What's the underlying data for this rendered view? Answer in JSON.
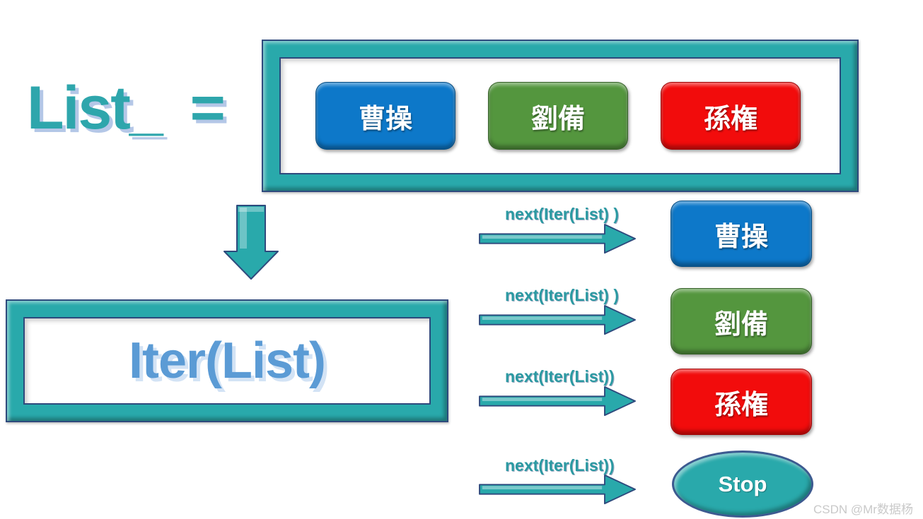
{
  "title": {
    "text": "List_ ="
  },
  "colors": {
    "teal": "#29a9ab",
    "navy_outline": "#2e4a7d",
    "title_teal": "#2ea6ac",
    "title_shadow": "#b4c7e7",
    "iter_blue": "#5b9bd5",
    "iter_shadow": "#d3e3f5",
    "call_label_teal": "#2b9aa2",
    "item_blue": "#0d78c9",
    "item_green": "#54963e",
    "item_red": "#f20c0c",
    "stop_teal": "#29a9ab",
    "watermark_gray": "#c9c9c9"
  },
  "list_box": {
    "items": [
      {
        "label": "曹操",
        "color": "#0d78c9"
      },
      {
        "label": "劉備",
        "color": "#54963e"
      },
      {
        "label": "孫権",
        "color": "#f20c0c"
      }
    ]
  },
  "iter_box": {
    "label": "Iter(List)"
  },
  "calls": [
    {
      "label": "next(Iter(List) )",
      "result": "曹操",
      "result_color": "#0d78c9"
    },
    {
      "label": "next(Iter(List) )",
      "result": "劉備",
      "result_color": "#54963e"
    },
    {
      "label": "next(Iter(List))",
      "result": "孫権",
      "result_color": "#f20c0c"
    },
    {
      "label": "next(Iter(List))",
      "result": "Stop",
      "result_color": "#29a9ab"
    }
  ],
  "watermark": {
    "text": "CSDN @Mr数据杨"
  }
}
